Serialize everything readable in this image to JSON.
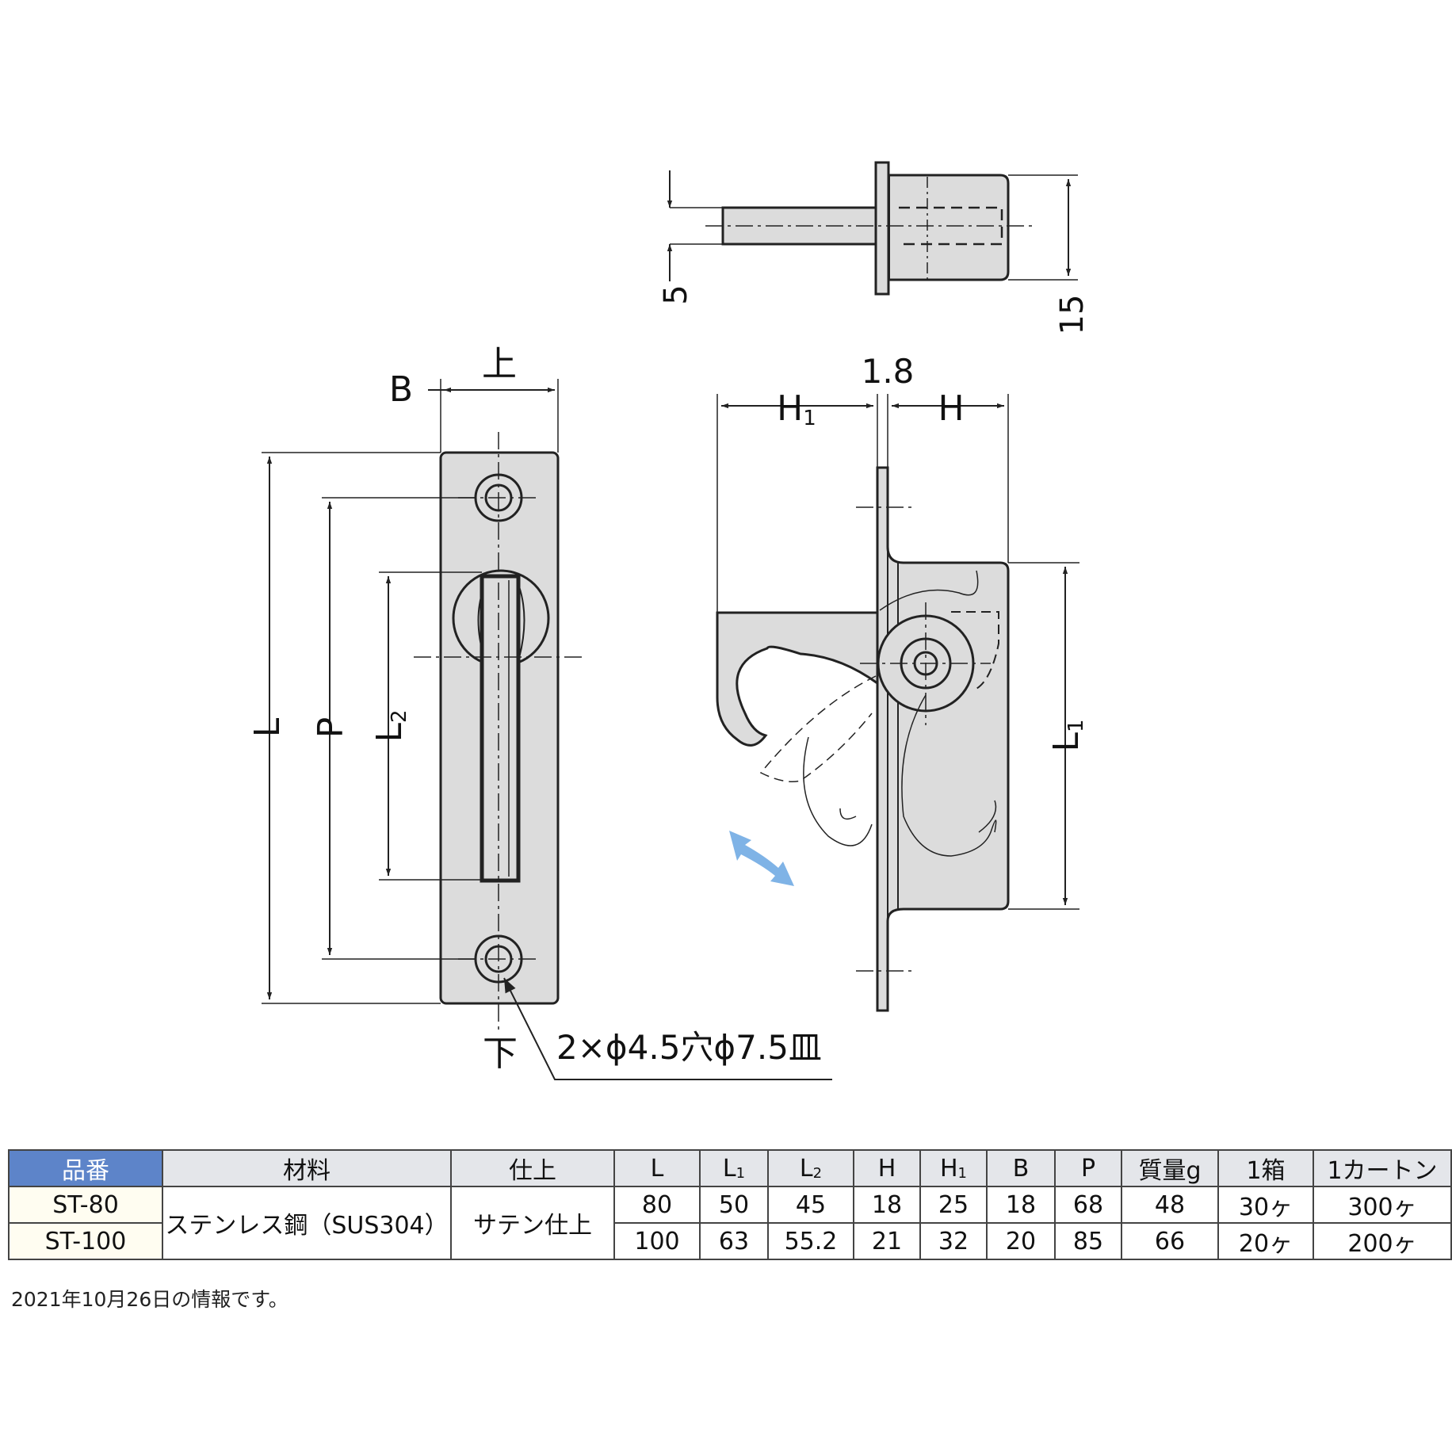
{
  "drawing": {
    "labels": {
      "top": "上",
      "bottom": "下",
      "b": "B",
      "l": "L",
      "p": "P",
      "l2": "L",
      "l2_sub": "2",
      "h1": "H",
      "h1_sub": "1",
      "h": "H",
      "l1": "L",
      "l1_sub": "1",
      "thickness": "1.8",
      "pin_dia": "5",
      "bush_dia": "15",
      "hole_note": "2×ϕ4.5穴ϕ7.5皿"
    },
    "colors": {
      "part_fill": "#dcdcdc",
      "arrow": "#7fb3e6",
      "line": "#222222"
    }
  },
  "table": {
    "headers": [
      {
        "main": "品番",
        "sub": ""
      },
      {
        "main": "材料",
        "sub": ""
      },
      {
        "main": "仕上",
        "sub": ""
      },
      {
        "main": "L",
        "sub": ""
      },
      {
        "main": "L",
        "sub": "1"
      },
      {
        "main": "L",
        "sub": "2"
      },
      {
        "main": "H",
        "sub": ""
      },
      {
        "main": "H",
        "sub": "1"
      },
      {
        "main": "B",
        "sub": ""
      },
      {
        "main": "P",
        "sub": ""
      },
      {
        "main": "質量g",
        "sub": ""
      },
      {
        "main": "1箱",
        "sub": ""
      },
      {
        "main": "1カートン",
        "sub": ""
      }
    ],
    "material": "ステンレス鋼（SUS304）",
    "finish": "サテン仕上",
    "rows": [
      {
        "part": "ST-80",
        "L": "80",
        "L1": "50",
        "L2": "45",
        "H": "18",
        "H1": "25",
        "B": "18",
        "P": "68",
        "mass": "48",
        "box": "30ヶ",
        "carton": "300ヶ"
      },
      {
        "part": "ST-100",
        "L": "100",
        "L1": "63",
        "L2": "55.2",
        "H": "21",
        "H1": "32",
        "B": "20",
        "P": "85",
        "mass": "66",
        "box": "20ヶ",
        "carton": "200ヶ"
      }
    ]
  },
  "note": "2021年10月26日の情報です。"
}
